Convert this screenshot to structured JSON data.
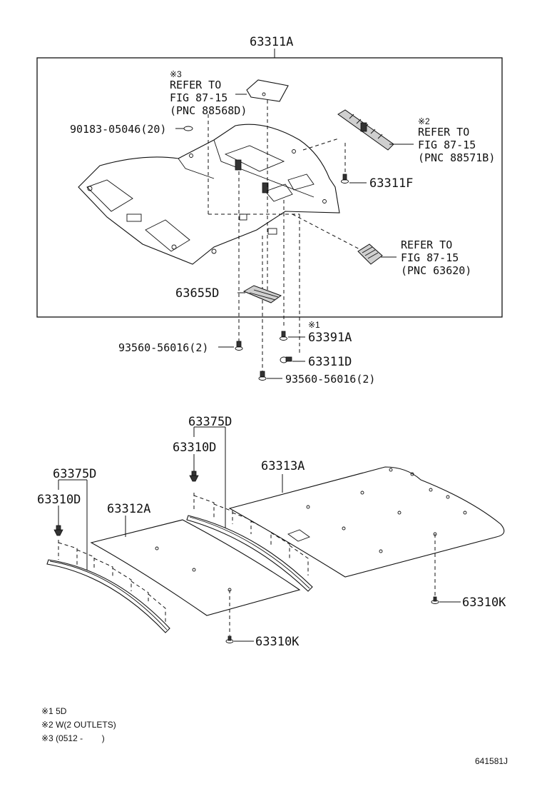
{
  "labels": {
    "headliner_assy": "63311A",
    "note3_mark": "※3",
    "refer_pnc_88568d": [
      "REFER TO",
      "FIG 87-15",
      "(PNC 88568D)"
    ],
    "bolt_90183": "90183-05046(20)",
    "note2_mark": "※2",
    "refer_pnc_88571b": [
      "REFER TO",
      "FIG 87-15",
      "(PNC 88571B)"
    ],
    "part_63311f": "63311F",
    "refer_pnc_63620": [
      "REFER TO",
      "FIG 87-15",
      "(PNC 63620)"
    ],
    "part_63655d": "63655D",
    "note1_mark": "※1",
    "part_63391a": "63391A",
    "screw_left": "93560-56016(2)",
    "part_63311d": "63311D",
    "screw_right": "93560-56016(2)",
    "part_63375d_left": "63375D",
    "part_63310d_left": "63310D",
    "part_63312a": "63312A",
    "part_63375d_right": "63375D",
    "part_63310d_right": "63310D",
    "part_63313a": "63313A",
    "part_63310k_right": "63310K",
    "part_63310k_center": "63310K"
  },
  "notes": [
    "※1 5D",
    "※2 W(2 OUTLETS)",
    "※3 (0512 -        )"
  ],
  "figure_id": "641581J"
}
